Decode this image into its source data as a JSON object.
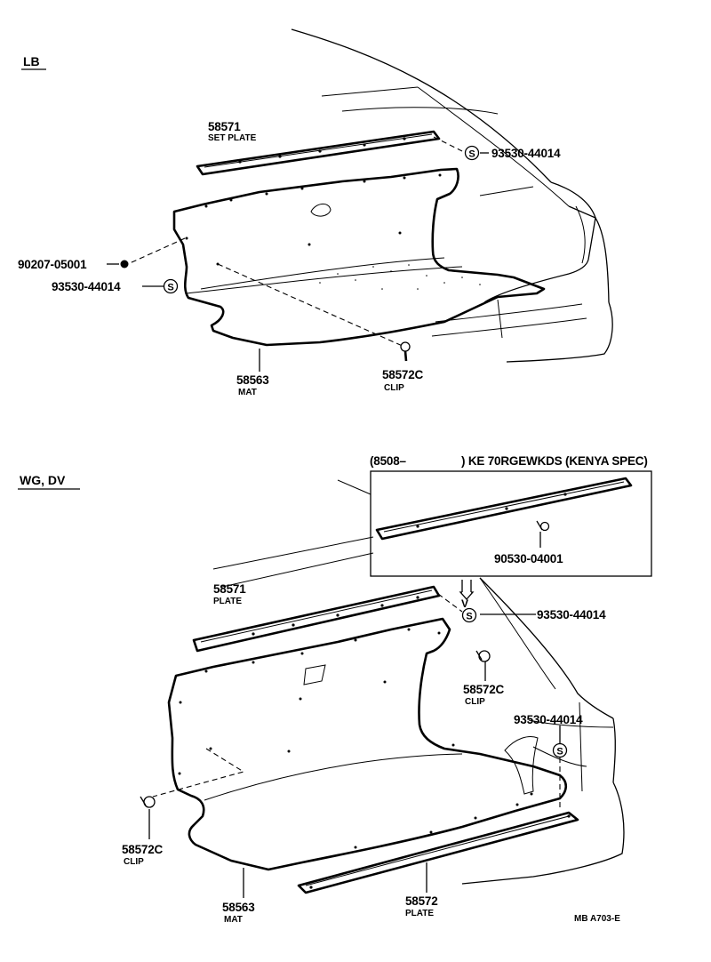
{
  "sections": {
    "lb": {
      "label": "LB"
    },
    "wg_dv": {
      "label": "WG, DV"
    }
  },
  "lb_parts": {
    "set_plate": {
      "number": "58571",
      "name": "SET PLATE"
    },
    "screw_top": {
      "number": "93530-44014"
    },
    "bolt": {
      "number": "90207-05001"
    },
    "screw_left": {
      "number": "93530-44014"
    },
    "mat": {
      "number": "58563",
      "name": "MAT"
    },
    "clip": {
      "number": "58572C",
      "name": "CLIP"
    }
  },
  "wg_parts": {
    "inset_note_a": "(8508–",
    "inset_note_b": ") KE 70RGEWKDS (KENYA SPEC)",
    "inset_part": {
      "number": "90530-04001"
    },
    "plate": {
      "number": "58571",
      "name": "PLATE"
    },
    "screw_top": {
      "number": "93530-44014"
    },
    "clip_right": {
      "number": "58572C",
      "name": "CLIP"
    },
    "screw_right": {
      "number": "93530-44014"
    },
    "clip_left": {
      "number": "58572C",
      "name": "CLIP"
    },
    "mat": {
      "number": "58563",
      "name": "MAT"
    },
    "plate_lower": {
      "number": "58572",
      "name": "PLATE"
    }
  },
  "screw_symbol": "S",
  "arrow_symbol": "V",
  "footer": {
    "code": "MB A703-E"
  }
}
